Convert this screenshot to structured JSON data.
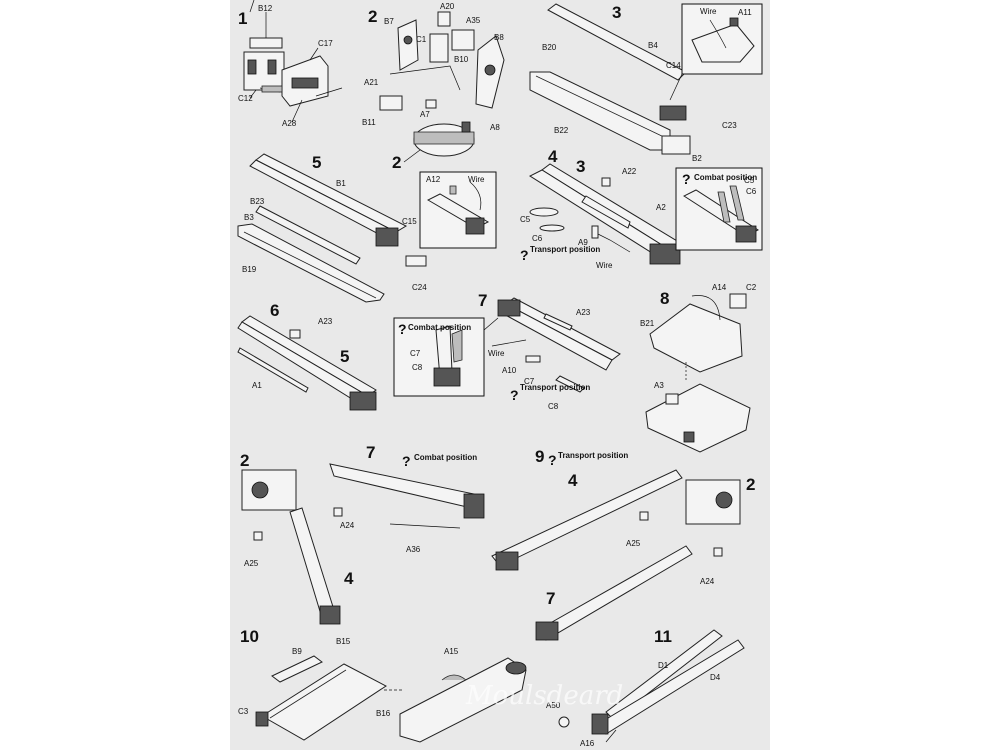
{
  "steps": [
    "1",
    "2",
    "3",
    "4",
    "5",
    "6",
    "7",
    "8",
    "9",
    "10",
    "11"
  ],
  "step_sub_refs": {
    "s2_sub": "2",
    "s4_sub": "3",
    "s6_sub": "5",
    "s9_a": "2",
    "s9_b": "7",
    "s9_c": "2",
    "s9_d": "4",
    "s9_e": "7",
    "s9_f": "4",
    "s9_g": "2"
  },
  "labels": {
    "s1": [
      "B12",
      "C17",
      "C12",
      "A28"
    ],
    "s2": [
      "B7",
      "A20",
      "A35",
      "C1",
      "B8",
      "B10",
      "A21",
      "A7",
      "B11",
      "A8"
    ],
    "s3": [
      "B20",
      "B4",
      "C14",
      "B22",
      "C23",
      "B2",
      "Wire",
      "A11"
    ],
    "s4": [
      "A22",
      "A2",
      "C5",
      "C6",
      "A9",
      "Wire",
      "C5",
      "C6"
    ],
    "s5": [
      "B1",
      "B23",
      "B3",
      "C15",
      "B19",
      "C24",
      "A12",
      "Wire"
    ],
    "s6": [
      "A23",
      "A1"
    ],
    "s7": [
      "A23",
      "C7",
      "C8",
      "Wire",
      "A10",
      "C7",
      "C8"
    ],
    "s8": [
      "A14",
      "C2",
      "B21",
      "A3"
    ],
    "s9": [
      "A24",
      "A25",
      "A36",
      "A25",
      "A24"
    ],
    "s10": [
      "B9",
      "B15",
      "C3",
      "B16",
      "A15"
    ],
    "s11": [
      "D1",
      "D4",
      "A50",
      "A16"
    ]
  },
  "notes": {
    "combat": "Combat position",
    "transport": "Transport position",
    "wire": "Wire"
  },
  "watermark": "Moulsdeard"
}
